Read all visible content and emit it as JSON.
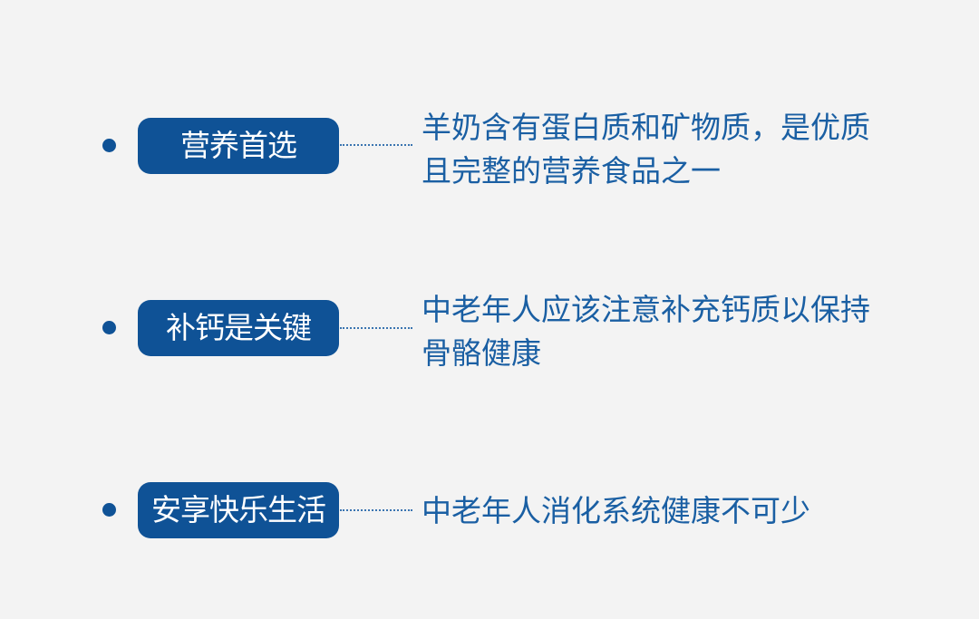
{
  "colors": {
    "background": "#f3f3f3",
    "accent": "#0f5296",
    "pill_text": "#ffffff",
    "description_text": "#1a5fa3"
  },
  "items": [
    {
      "label": "营养首选",
      "description_lines": [
        "羊奶含有蛋白质和矿物质，是优质",
        "且完整的营养食品之一"
      ]
    },
    {
      "label": "补钙是关键",
      "description_lines": [
        "中老年人应该注意补充钙质以保持",
        "骨骼健康"
      ]
    },
    {
      "label": "安享快乐生活",
      "description_lines": [
        "中老年人消化系统健康不可少"
      ]
    }
  ]
}
